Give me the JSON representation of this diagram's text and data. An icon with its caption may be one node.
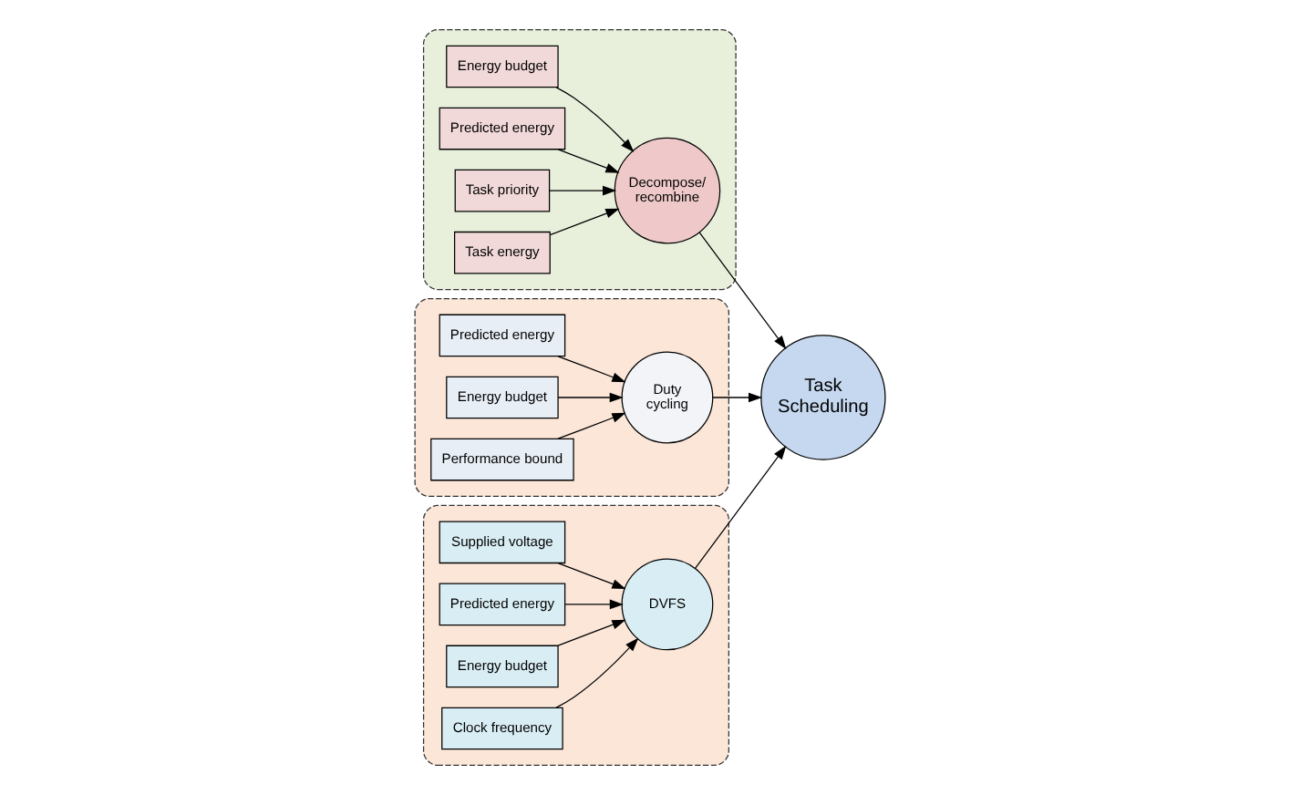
{
  "diagram": {
    "nodes": [
      {
        "text": [],
        "shape": "box"
      },
      {
        "text": [
          "Energy budget"
        ],
        "in": 0
      },
      {
        "text": [
          "Predicted energy"
        ],
        "in": 0
      },
      {
        "text": [
          "Task priority"
        ],
        "in": 0
      },
      {
        "text": [
          "Decompose/ recombine"
        ],
        "in": 0
      },
      {
        "text": [
          "Task energy"
        ],
        "in": 0
      },
      {
        "text": [],
        "shape": "box"
      },
      {
        "text": [
          "Predicted energy"
        ],
        "in": 6
      },
      {
        "text": [
          "Energy budget"
        ],
        "in": 6
      },
      {
        "text": [
          "Duty cycling"
        ],
        "in": 6
      },
      {
        "text": [
          "Performance bound"
        ],
        "in": 6
      },
      {
        "text": [
          "Task Scheduling"
        ]
      },
      {
        "text": [],
        "shape": "box"
      },
      {
        "text": [
          "Supplied voltage"
        ],
        "in": 12
      },
      {
        "text": [
          "DVFS"
        ],
        "in": 12
      },
      {
        "text": [
          "Predicted energy"
        ],
        "in": 12
      },
      {
        "text": [
          "Energy budget"
        ],
        "in": 12
      },
      {
        "text": [
          "Clock frequency"
        ],
        "in": 12
      }
    ],
    "edges": [
      {
        "from": 1,
        "to": 4,
        "arrow": "to"
      },
      {
        "from": 2,
        "to": 4,
        "arrow": "to"
      },
      {
        "from": 3,
        "to": 4,
        "arrow": "to"
      },
      {
        "from": 5,
        "to": 4,
        "arrow": "to"
      },
      {
        "from": 4,
        "to": 11,
        "arrow": "to"
      },
      {
        "from": 7,
        "to": 9,
        "arrow": "to"
      },
      {
        "from": 8,
        "to": 9,
        "arrow": "to"
      },
      {
        "from": 10,
        "to": 9,
        "arrow": "to"
      },
      {
        "from": 9,
        "to": 11,
        "arrow": "to"
      },
      {
        "from": 13,
        "to": 14,
        "arrow": "to"
      },
      {
        "from": 15,
        "to": 14,
        "arrow": "to"
      },
      {
        "from": 16,
        "to": 14,
        "arrow": "to"
      },
      {
        "from": 17,
        "to": 14,
        "arrow": "to"
      },
      {
        "from": 14,
        "to": 11,
        "arrow": "to"
      }
    ]
  }
}
